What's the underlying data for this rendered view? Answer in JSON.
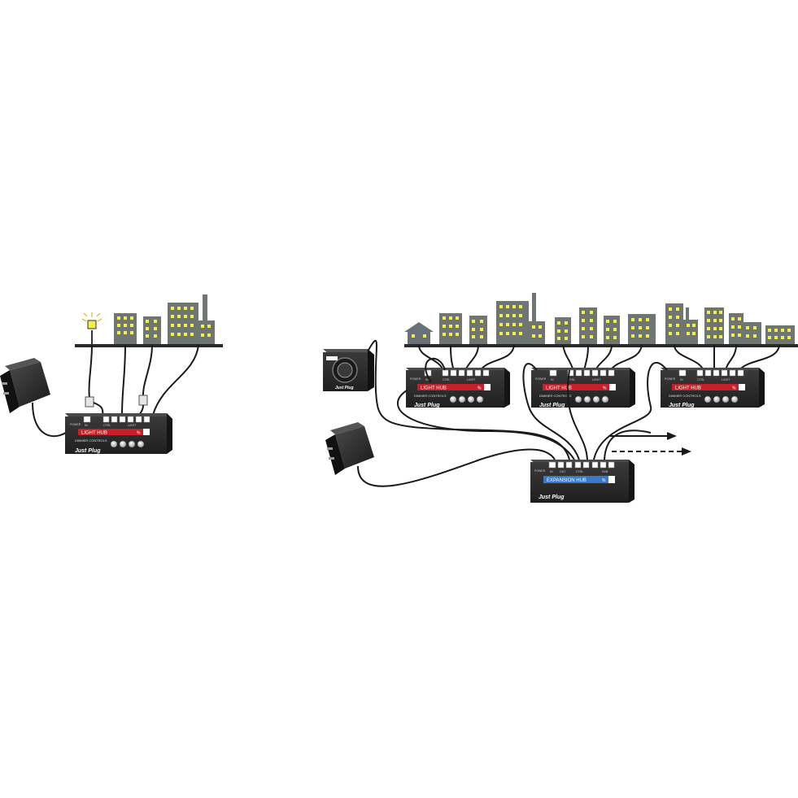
{
  "colors": {
    "background": "#ffffff",
    "building": "#6f7570",
    "window_lit": "#f2ef4a",
    "house": "#6a7078",
    "hub_body": "#2b2b2b",
    "hub_top": "#3c3c3c",
    "light_hub_strip": "#c8202a",
    "expansion_strip": "#3a78c8",
    "cable": "#1a1a1a",
    "knob": "#d8d8d8"
  },
  "hubs": {
    "single": {
      "title": "LIGHT HUB",
      "power": "POWER",
      "in": "IN",
      "ctrl": "CTRL",
      "light": "LIGHT",
      "dimmer": "DIMMER CONTROLS",
      "brand": "Just Plug",
      "pct": "%"
    },
    "left": {
      "title": "LIGHT HUB",
      "power": "POWER",
      "in": "IN",
      "ctrl": "CTRL",
      "light": "LIGHT",
      "dimmer": "DIMMER CONTROLS",
      "brand": "Just Plug",
      "pct": "%"
    },
    "middle": {
      "title": "LIGHT HUB",
      "power": "POWER",
      "in": "IN",
      "ctrl": "CTRL",
      "light": "LIGHT",
      "dimmer": "DIMMER CONTROLS",
      "brand": "Just Plug",
      "pct": "%"
    },
    "right": {
      "title": "LIGHT HUB",
      "power": "POWER",
      "in": "IN",
      "ctrl": "CTRL",
      "light": "LIGHT",
      "dimmer": "DIMMER CONTROLS",
      "brand": "Just Plug",
      "pct": "%"
    }
  },
  "expansion": {
    "title": "EXPANSION HUB",
    "power": "POWER",
    "in": "IN",
    "out": "OUT",
    "ctrl": "CTRL",
    "hub": "HUB",
    "brand": "Just Plug",
    "pct": "%"
  },
  "remote": {
    "brand": "Just Plug"
  }
}
